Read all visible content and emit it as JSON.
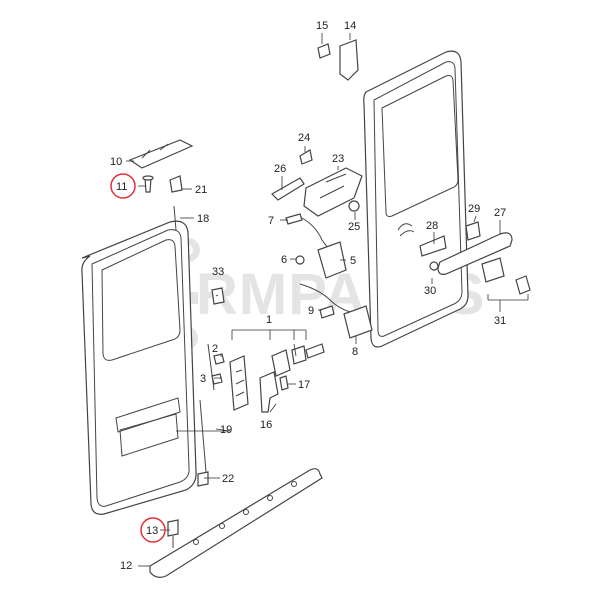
{
  "watermark": {
    "text": "RMPARTS",
    "color": "#cfcfcf"
  },
  "highlight_color": "#e0303a",
  "labels": {
    "p1": "1",
    "p2": "2",
    "p3": "3",
    "p5": "5",
    "p6": "6",
    "p7": "7",
    "p8": "8",
    "p9": "9",
    "p10": "10",
    "p11": "11",
    "p12": "12",
    "p13": "13",
    "p14": "14",
    "p15": "15",
    "p16": "16",
    "p17": "17",
    "p18": "18",
    "p19": "19",
    "p21": "21",
    "p22": "22",
    "p23": "23",
    "p24": "24",
    "p25": "25",
    "p26": "26",
    "p27": "27",
    "p28": "28",
    "p29": "29",
    "p30": "30",
    "p31": "31",
    "p33": "33"
  },
  "highlighted_parts": [
    "11",
    "13"
  ]
}
